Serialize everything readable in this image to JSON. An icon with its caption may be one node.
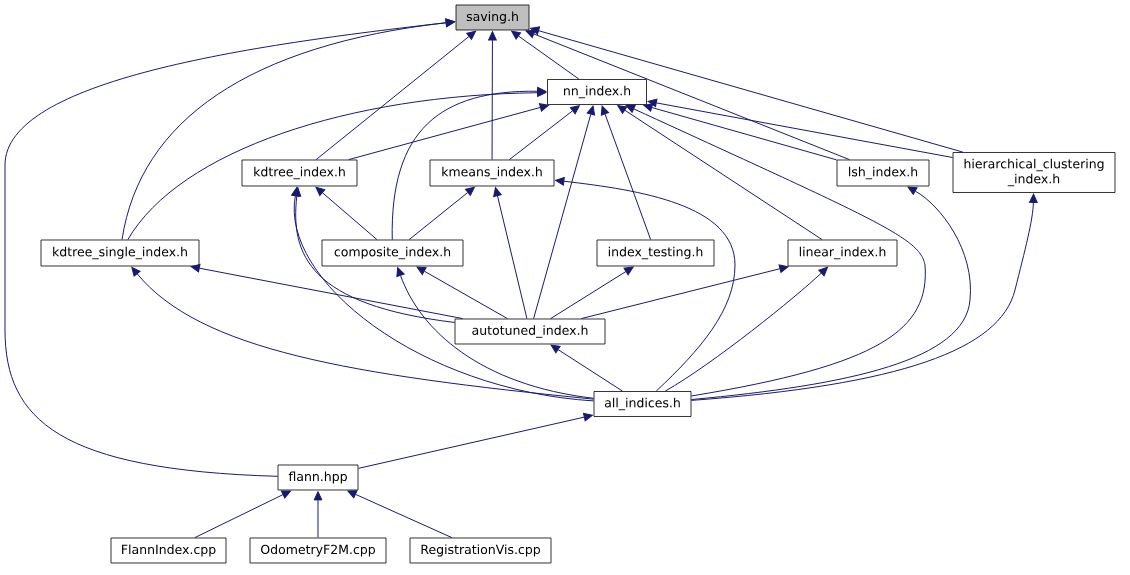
{
  "diagram": {
    "nodes": [
      {
        "text": [
          "saving.h"
        ]
      },
      {
        "text": [
          "nn_index.h"
        ]
      },
      {
        "text": [
          "kdtree_index.h"
        ]
      },
      {
        "text": [
          "kmeans_index.h"
        ]
      },
      {
        "text": [
          "lsh_index.h"
        ]
      },
      {
        "text": [
          "hierarchical_clustering _index.h"
        ]
      },
      {
        "text": [
          "kdtree_single_index.h"
        ]
      },
      {
        "text": [
          "composite_index.h"
        ]
      },
      {
        "text": [
          "index_testing.h"
        ]
      },
      {
        "text": [
          "linear_index.h"
        ]
      },
      {
        "text": [
          "autotuned_index.h"
        ]
      },
      {
        "text": [
          "all_indices.h"
        ]
      },
      {
        "text": [
          "flann.hpp"
        ]
      },
      {
        "text": [
          "FlannIndex.cpp"
        ]
      },
      {
        "text": [
          "OdometryF2M.cpp"
        ]
      },
      {
        "text": [
          "RegistrationVis.cpp"
        ]
      }
    ],
    "edges": [
      {
        "from": 12,
        "to": 0,
        "arrow": "to"
      },
      {
        "from": 6,
        "to": 0,
        "arrow": "to"
      },
      {
        "from": 2,
        "to": 0,
        "arrow": "to"
      },
      {
        "from": 3,
        "to": 0,
        "arrow": "to"
      },
      {
        "from": 1,
        "to": 0,
        "arrow": "to"
      },
      {
        "from": 4,
        "to": 0,
        "arrow": "to"
      },
      {
        "from": 5,
        "to": 0,
        "arrow": "to"
      },
      {
        "from": 6,
        "to": 1,
        "arrow": "to"
      },
      {
        "from": 7,
        "to": 1,
        "arrow": "to"
      },
      {
        "from": 2,
        "to": 1,
        "arrow": "to"
      },
      {
        "from": 3,
        "to": 1,
        "arrow": "to"
      },
      {
        "from": 10,
        "to": 1,
        "arrow": "to"
      },
      {
        "from": 8,
        "to": 1,
        "arrow": "to"
      },
      {
        "from": 9,
        "to": 1,
        "arrow": "to"
      },
      {
        "from": 11,
        "to": 1,
        "arrow": "to"
      },
      {
        "from": 4,
        "to": 1,
        "arrow": "to"
      },
      {
        "from": 5,
        "to": 1,
        "arrow": "to"
      },
      {
        "from": 7,
        "to": 2,
        "arrow": "to"
      },
      {
        "from": 10,
        "to": 2,
        "arrow": "to"
      },
      {
        "from": 11,
        "to": 2,
        "arrow": "to"
      },
      {
        "from": 7,
        "to": 3,
        "arrow": "to"
      },
      {
        "from": 10,
        "to": 3,
        "arrow": "to"
      },
      {
        "from": 11,
        "to": 3,
        "arrow": "to"
      },
      {
        "from": 11,
        "to": 4,
        "arrow": "to"
      },
      {
        "from": 11,
        "to": 5,
        "arrow": "to"
      },
      {
        "from": 10,
        "to": 6,
        "arrow": "to"
      },
      {
        "from": 11,
        "to": 6,
        "arrow": "to"
      },
      {
        "from": 10,
        "to": 7,
        "arrow": "to"
      },
      {
        "from": 11,
        "to": 7,
        "arrow": "to"
      },
      {
        "from": 10,
        "to": 8,
        "arrow": "to"
      },
      {
        "from": 10,
        "to": 9,
        "arrow": "to"
      },
      {
        "from": 11,
        "to": 9,
        "arrow": "to"
      },
      {
        "from": 11,
        "to": 10,
        "arrow": "to"
      },
      {
        "from": 12,
        "to": 11,
        "arrow": "to"
      },
      {
        "from": 13,
        "to": 12,
        "arrow": "to"
      },
      {
        "from": 14,
        "to": 12,
        "arrow": "to"
      },
      {
        "from": 15,
        "to": 12,
        "arrow": "to"
      }
    ]
  }
}
